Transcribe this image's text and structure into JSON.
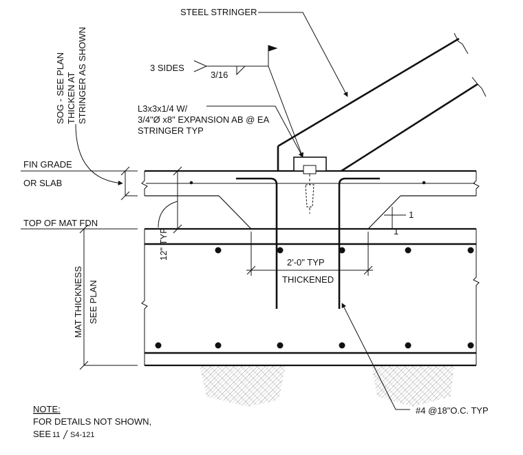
{
  "labels": {
    "steel_stringer": "STEEL STRINGER",
    "sides": "3 SIDES",
    "weld_size": "3/16",
    "angle_line1": "L3x3x1/4 W/",
    "angle_line2": "3/4\"Ø x8\" EXPANSION AB @ EA",
    "angle_line3": "STRINGER TYP",
    "sog_line1": "SOG - SEE PLAN",
    "sog_line2": "THICKEN AT",
    "sog_line3": "STRINGER AS SHOWN",
    "fin_grade": "FIN GRADE",
    "or_slab": "OR SLAB",
    "top_of_mat": "TOP OF MAT FDN",
    "twelve_typ": "12\" TYP",
    "slope_rise": "1",
    "slope_run": "1",
    "two_ft_typ": "2'-0\" TYP",
    "thickened": "THICKENED",
    "mat_thickness_line1": "MAT THICKNESS",
    "mat_thickness_line2": "SEE PLAN",
    "rebar_note": "#4 @18\"O.C. TYP",
    "note_title": "NOTE:",
    "note_line1": "FOR DETAILS NOT SHOWN,",
    "note_line2_a": "SEE",
    "note_line2_b": "11",
    "note_line2_c": "S4-121"
  },
  "colors": {
    "ink": "#111111"
  }
}
